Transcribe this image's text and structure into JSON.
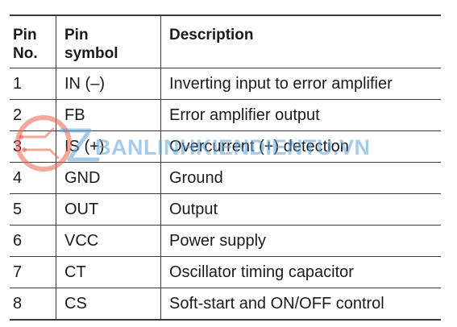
{
  "table": {
    "headers": {
      "pin_no": [
        "Pin",
        "No."
      ],
      "pin_symbol": [
        "Pin",
        "symbol"
      ],
      "description": "Description"
    },
    "rows": [
      {
        "no": "1",
        "symbol": "IN (–)",
        "description": "Inverting input to error amplifier"
      },
      {
        "no": "2",
        "symbol": "FB",
        "description": "Error amplifier output"
      },
      {
        "no": "3",
        "symbol": "IS (+)",
        "description": "Overcurrent (+) detection"
      },
      {
        "no": "4",
        "symbol": "GND",
        "description": "Ground"
      },
      {
        "no": "5",
        "symbol": "OUT",
        "description": "Output"
      },
      {
        "no": "6",
        "symbol": "VCC",
        "description": "Power supply"
      },
      {
        "no": "7",
        "symbol": "CT",
        "description": "Oscillator timing capacitor"
      },
      {
        "no": "8",
        "symbol": "CS",
        "description": "Soft-start and ON/OFF control"
      }
    ]
  },
  "watermark": {
    "text": "BANLINHKIENDIENTU.VN",
    "logo_color": "#e8604c",
    "text_color": "#5aa0d7"
  }
}
